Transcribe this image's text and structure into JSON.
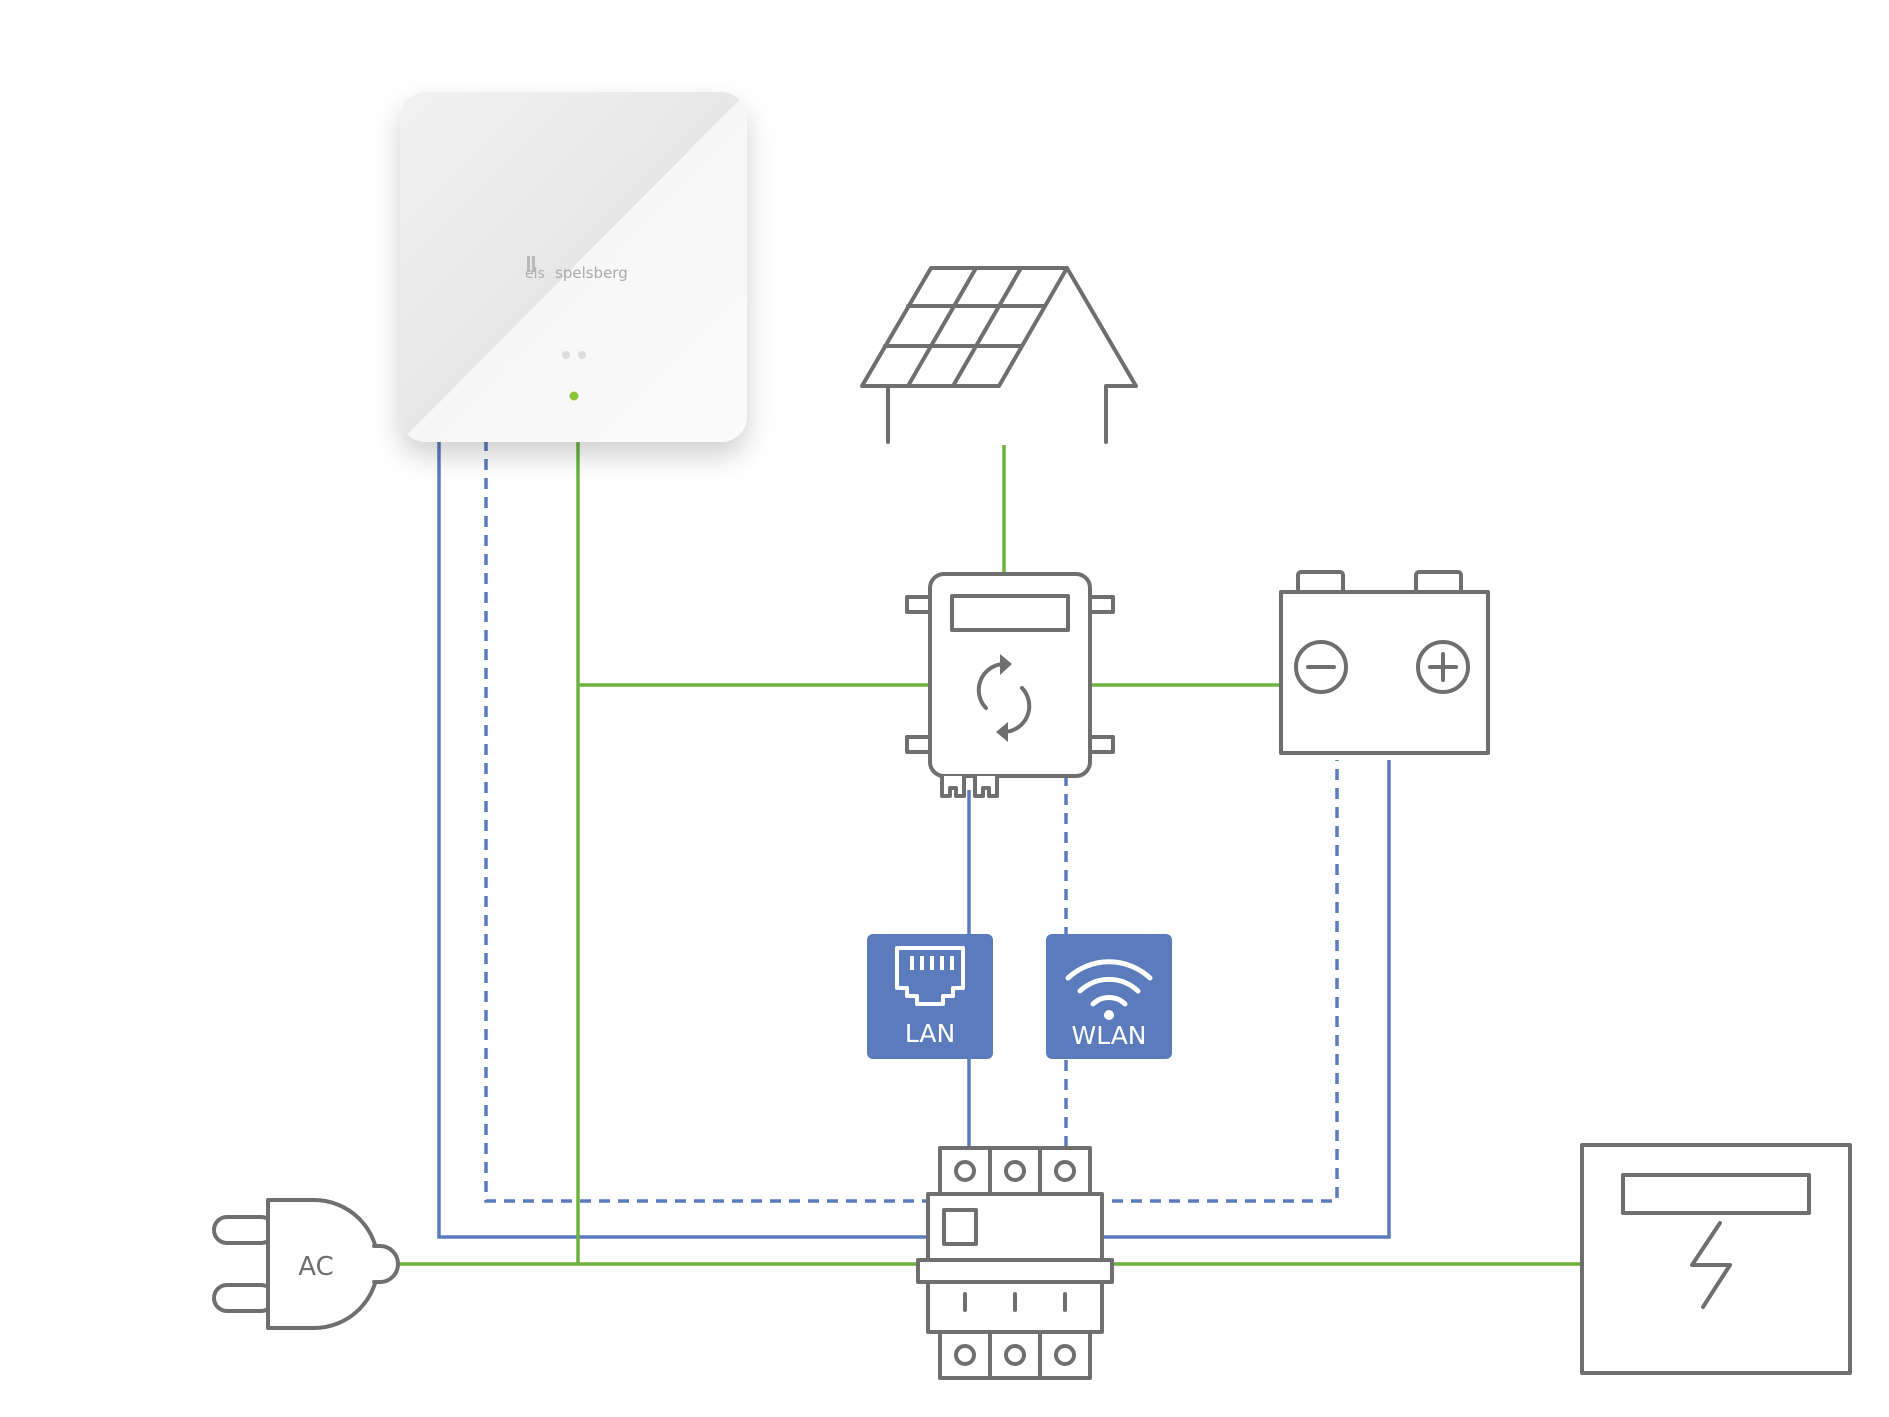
{
  "colors": {
    "power_line": "#6db33f",
    "data_line": "#5b7bbd",
    "device_outline": "#6f6f6f",
    "badge_bg": "#5b7bbd",
    "led": "#8cc63f"
  },
  "wallbox": {
    "brand_text": "spelsberg",
    "brand_mark": "els"
  },
  "plug": {
    "label": "AC"
  },
  "lan_badge": {
    "label": "LAN",
    "icon": "ethernet-port-icon"
  },
  "wlan_badge": {
    "label": "WLAN",
    "icon": "wifi-icon"
  },
  "icons": {
    "house": "solar-house-icon",
    "inverter": "inverter-icon",
    "battery": "battery-icon",
    "breaker": "circuit-breaker-icon",
    "meter": "power-meter-icon"
  }
}
